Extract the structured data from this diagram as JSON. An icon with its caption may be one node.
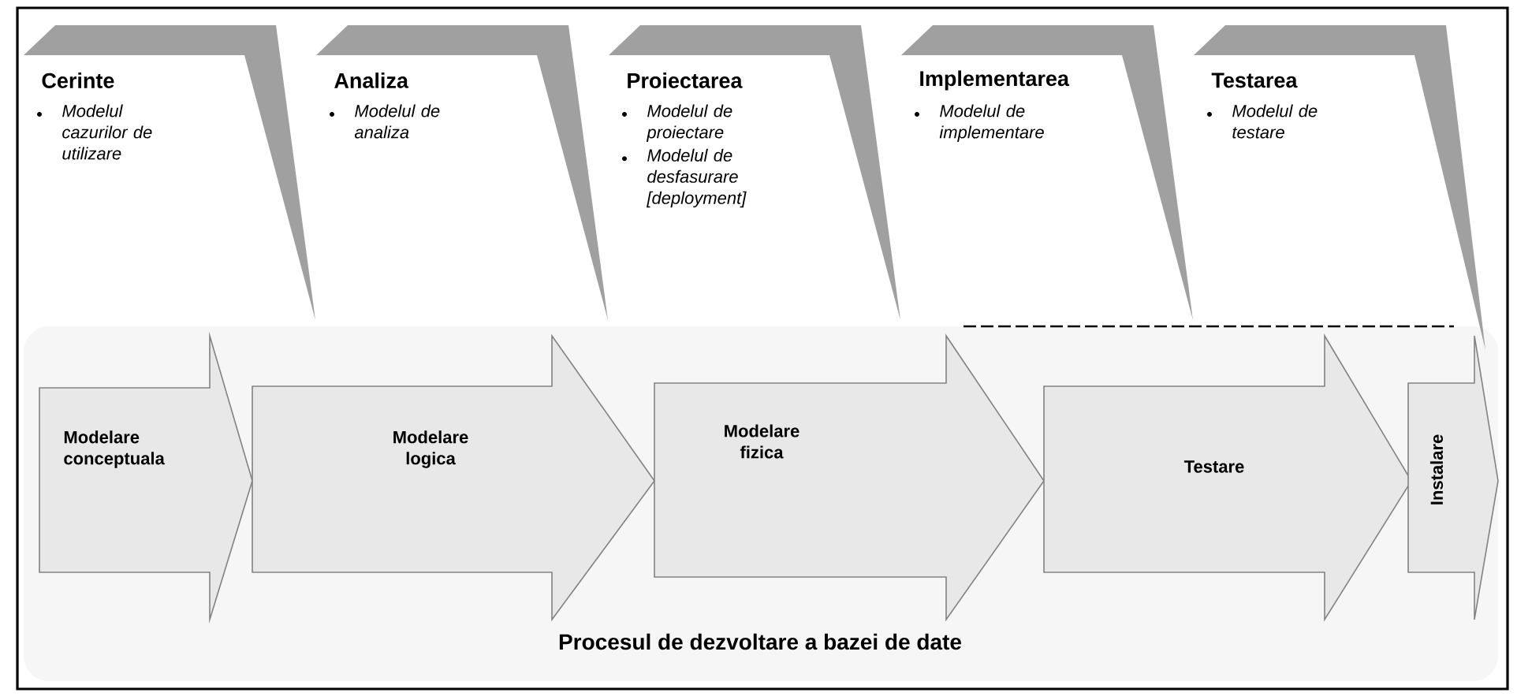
{
  "diagram": {
    "nodes": [
      {
        "text": [
          "Cerinte",
          "Modelul cazurilor de utilizare"
        ]
      },
      {
        "text": [
          "Analiza",
          "Modelul de analiza"
        ]
      },
      {
        "text": [
          "Proiectarea",
          "Modelul de proiectare",
          "Modelul de desfasurare [deployment]"
        ]
      },
      {
        "text": [
          "Implementarea",
          "Modelul de implementare"
        ]
      },
      {
        "text": [
          "Testarea",
          "Modelul de testare"
        ]
      },
      {
        "text": [
          "Procesul de dezvoltare a bazei de date"
        ]
      },
      {
        "text": [
          "Modelare conceptuala"
        ],
        "in": 5
      },
      {
        "text": [
          "Modelare logica"
        ],
        "in": 5
      },
      {
        "text": [
          "Modelare fizica"
        ],
        "in": 5
      },
      {
        "text": [
          "Testare"
        ],
        "in": 5
      },
      {
        "text": [
          "Instalare"
        ],
        "in": 5
      }
    ]
  }
}
